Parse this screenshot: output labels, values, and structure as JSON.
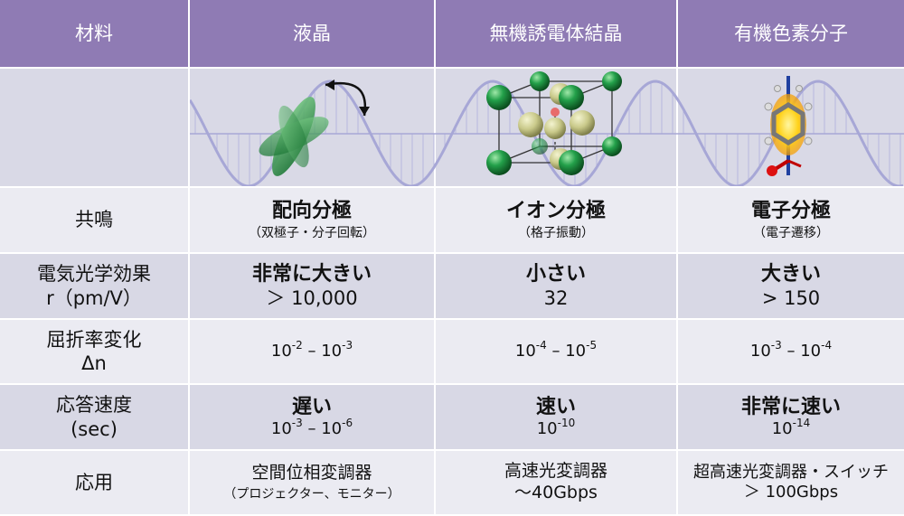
{
  "header": {
    "col0": "材料",
    "col1": "液晶",
    "col2": "無機誘電体結晶",
    "col3": "有機色素分子"
  },
  "rows": {
    "resonance": {
      "label": "共鳴",
      "c1_main": "配向分極",
      "c1_sub": "（双極子・分子回転）",
      "c2_main": "イオン分極",
      "c2_sub": "（格子振動）",
      "c3_main": "電子分極",
      "c3_sub": "（電子遷移）"
    },
    "eo": {
      "label1": "電気光学効果",
      "label2": "r（pm/V）",
      "c1_main": "非常に大きい",
      "c1_val": "＞ 10,000",
      "c2_main": "小さい",
      "c2_val": "32",
      "c3_main": "大きい",
      "c3_val": "> 150"
    },
    "refractive": {
      "label1": "屈折率変化",
      "label2": "Δn",
      "c1_base1": "10",
      "c1_exp1": "-2",
      "c1_base2": "– 10",
      "c1_exp2": "-3",
      "c2_base1": "10",
      "c2_exp1": "-4",
      "c2_base2": "– 10",
      "c2_exp2": "-5",
      "c3_base1": "10",
      "c3_exp1": "-3",
      "c3_base2": "– 10",
      "c3_exp2": "-4"
    },
    "speed": {
      "label1": "応答速度",
      "label2": "(sec)",
      "c1_main": "遅い",
      "c1_base1": "10",
      "c1_exp1": "-3",
      "c1_base2": "– 10",
      "c1_exp2": "-6",
      "c2_main": "速い",
      "c2_base": "10",
      "c2_exp": "-10",
      "c3_main": "非常に速い",
      "c3_base": "10",
      "c3_exp": "-14"
    },
    "application": {
      "label": "応用",
      "c1_main": "空間位相変調器",
      "c1_sub": "（プロジェクター、モニター）",
      "c2_main": "高速光変調器",
      "c2_sub": "～40Gbps",
      "c3_main": "超高速光変調器・スイッチ",
      "c3_sub": "＞ 100Gbps"
    }
  },
  "colors": {
    "header_bg": "#8f7bb4",
    "row_light": "#ebebf2",
    "row_dark": "#d8d8e5",
    "wave": "#a7a7d6",
    "lc_green": "#1f9a3c",
    "crystal_green": "#23a04a",
    "crystal_olive": "#c9c98a",
    "dye_yellow": "#ffd21a"
  }
}
